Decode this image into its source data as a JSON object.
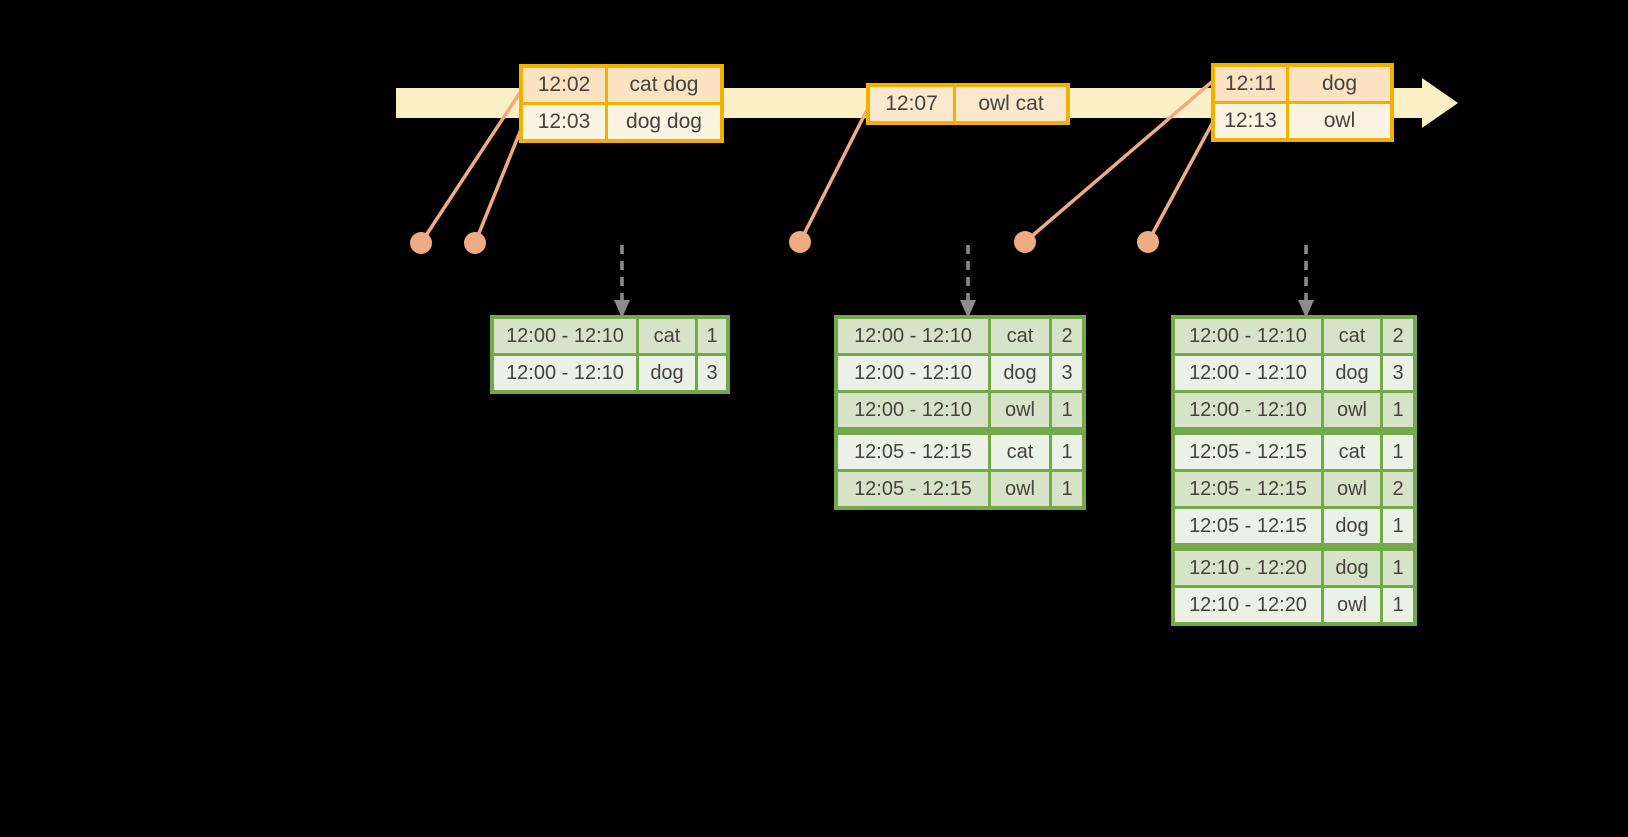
{
  "colors": {
    "background": "#000000",
    "timeline_fill": "#FBEFC5",
    "event_border": "#F2B100",
    "event_row_dark": "#FAE2C2",
    "event_row_light": "#FDF3E2",
    "event_row_single": "#FBE8CF",
    "connector": "#EFAC82",
    "trigger_arrow": "#8C8C8C",
    "table_border": "#74A94A",
    "table_row_dark": "#D7E3C9",
    "table_row_light": "#ECF1E6",
    "text": "#46433C"
  },
  "timeline": {
    "event_boxes": [
      {
        "rows": [
          {
            "time": "12:02",
            "words": "cat dog"
          },
          {
            "time": "12:03",
            "words": "dog dog"
          }
        ]
      },
      {
        "rows": [
          {
            "time": "12:07",
            "words": "owl cat"
          }
        ]
      },
      {
        "rows": [
          {
            "time": "12:11",
            "words": "dog"
          },
          {
            "time": "12:13",
            "words": "owl"
          }
        ]
      }
    ]
  },
  "result_tables": [
    {
      "groups": [
        {
          "rows": [
            {
              "window": "12:00 - 12:10",
              "word": "cat",
              "count": "1"
            },
            {
              "window": "12:00 - 12:10",
              "word": "dog",
              "count": "3"
            }
          ]
        }
      ]
    },
    {
      "groups": [
        {
          "rows": [
            {
              "window": "12:00 - 12:10",
              "word": "cat",
              "count": "2"
            },
            {
              "window": "12:00 - 12:10",
              "word": "dog",
              "count": "3"
            },
            {
              "window": "12:00 - 12:10",
              "word": "owl",
              "count": "1"
            }
          ]
        },
        {
          "rows": [
            {
              "window": "12:05 - 12:15",
              "word": "cat",
              "count": "1"
            },
            {
              "window": "12:05 - 12:15",
              "word": "owl",
              "count": "1"
            }
          ]
        }
      ]
    },
    {
      "groups": [
        {
          "rows": [
            {
              "window": "12:00 - 12:10",
              "word": "cat",
              "count": "2"
            },
            {
              "window": "12:00 - 12:10",
              "word": "dog",
              "count": "3"
            },
            {
              "window": "12:00 - 12:10",
              "word": "owl",
              "count": "1"
            }
          ]
        },
        {
          "rows": [
            {
              "window": "12:05 - 12:15",
              "word": "cat",
              "count": "1"
            },
            {
              "window": "12:05 - 12:15",
              "word": "owl",
              "count": "2"
            },
            {
              "window": "12:05 - 12:15",
              "word": "dog",
              "count": "1"
            }
          ]
        },
        {
          "rows": [
            {
              "window": "12:10 - 12:20",
              "word": "dog",
              "count": "1"
            },
            {
              "window": "12:10 - 12:20",
              "word": "owl",
              "count": "1"
            }
          ]
        }
      ]
    }
  ]
}
